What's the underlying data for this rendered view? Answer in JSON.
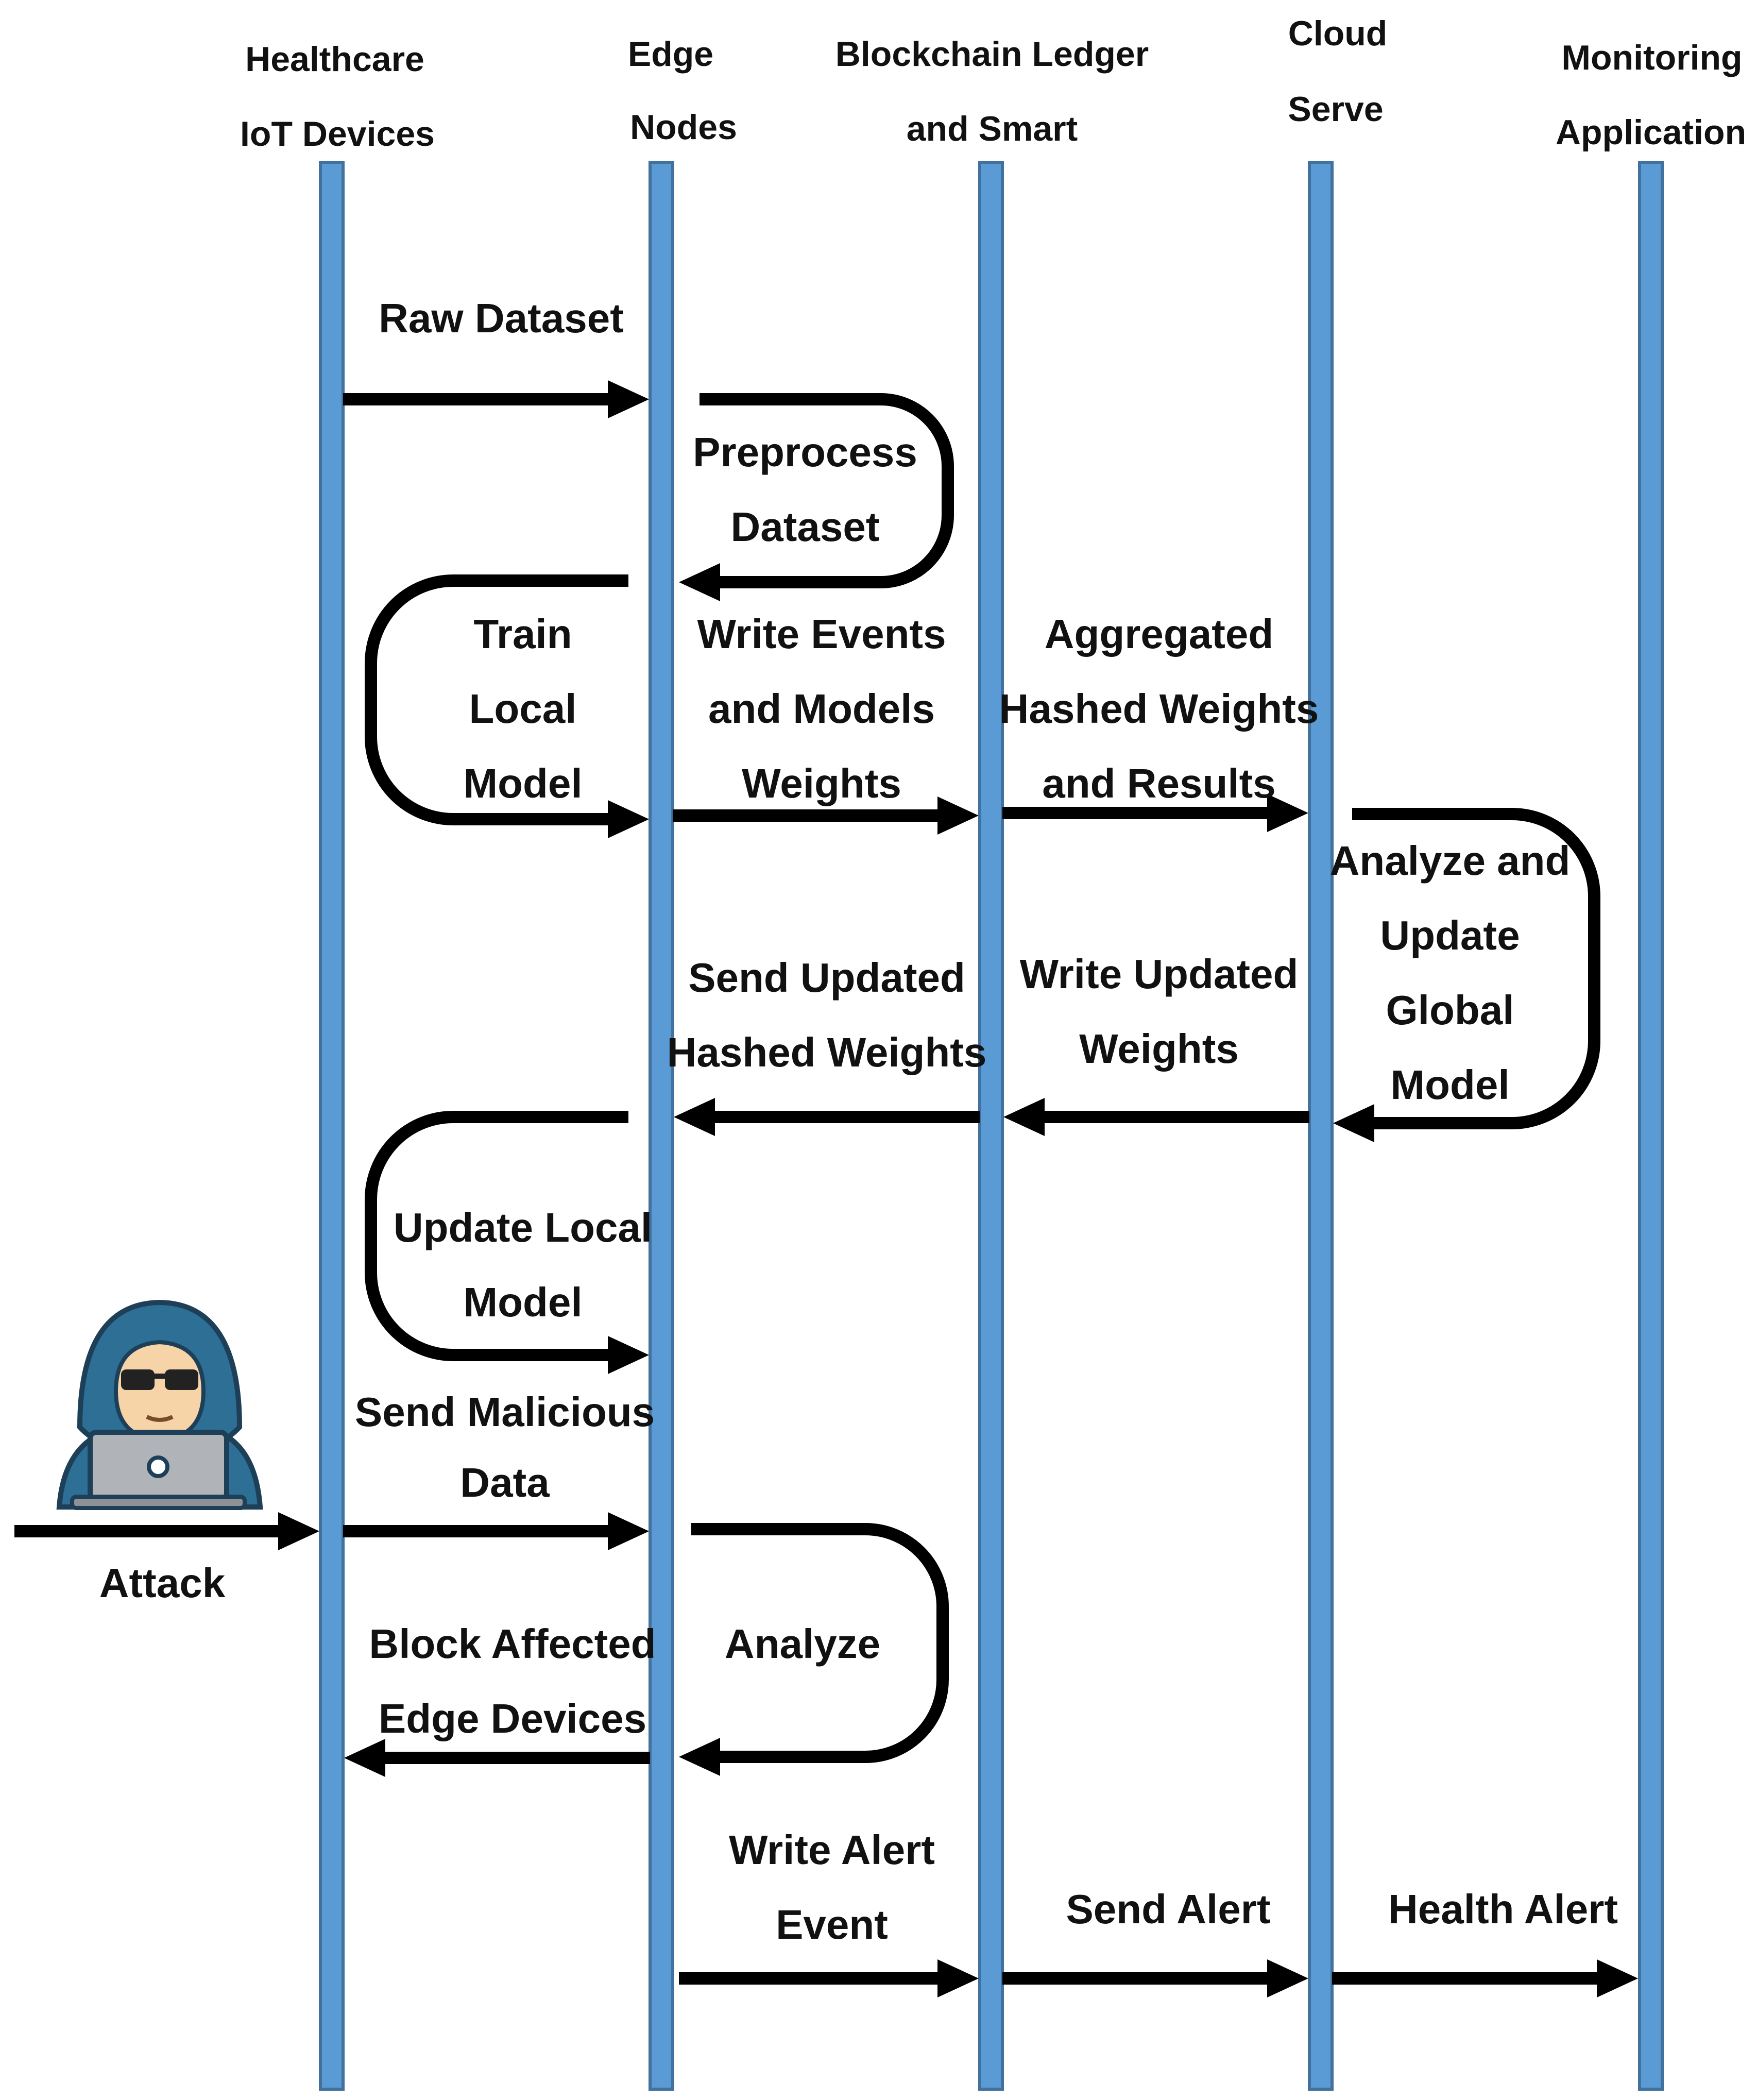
{
  "participants": [
    {
      "id": "iot",
      "lines": [
        "Healthcare",
        "IoT Devices"
      ]
    },
    {
      "id": "edge",
      "lines": [
        "Edge",
        "Nodes"
      ]
    },
    {
      "id": "chain",
      "lines": [
        "Blockchain Ledger",
        "and Smart"
      ]
    },
    {
      "id": "cloud",
      "lines": [
        "Cloud",
        "Serve"
      ]
    },
    {
      "id": "monitor",
      "lines": [
        "Monitoring",
        "Application"
      ]
    }
  ],
  "messages": [
    {
      "id": "raw-dataset",
      "lines": [
        "Raw Dataset"
      ]
    },
    {
      "id": "preprocess-dataset",
      "lines": [
        "Preprocess",
        "Dataset"
      ]
    },
    {
      "id": "train-local-model",
      "lines": [
        "Train",
        "Local",
        "Model"
      ]
    },
    {
      "id": "write-events",
      "lines": [
        "Write Events",
        "and Models",
        "Weights"
      ]
    },
    {
      "id": "aggregated-weights",
      "lines": [
        "Aggregated",
        "Hashed Weights",
        "and Results"
      ]
    },
    {
      "id": "analyze-update-global",
      "lines": [
        "Analyze and",
        "Update",
        "Global",
        "Model"
      ]
    },
    {
      "id": "send-updated-hashed",
      "lines": [
        "Send Updated",
        "Hashed Weights"
      ]
    },
    {
      "id": "write-updated-weights",
      "lines": [
        "Write Updated",
        "Weights"
      ]
    },
    {
      "id": "update-local-model",
      "lines": [
        "Update Local",
        "Model"
      ]
    },
    {
      "id": "send-malicious-data",
      "lines": [
        "Send Malicious",
        "Data"
      ]
    },
    {
      "id": "attack",
      "lines": [
        "Attack"
      ]
    },
    {
      "id": "analyze",
      "lines": [
        "Analyze"
      ]
    },
    {
      "id": "block-affected",
      "lines": [
        "Block Affected",
        "Edge Devices"
      ]
    },
    {
      "id": "write-alert-event",
      "lines": [
        "Write Alert",
        "Event"
      ]
    },
    {
      "id": "send-alert",
      "lines": [
        "Send Alert"
      ]
    },
    {
      "id": "health-alert",
      "lines": [
        "Health Alert"
      ]
    }
  ],
  "actors": [
    {
      "id": "attacker",
      "icon": "hooded-hacker-icon"
    }
  ],
  "colors": {
    "lifeline_fill": "#5b9bd5",
    "lifeline_stroke": "#41719c",
    "arrow": "#000000",
    "text": "#111111",
    "hacker_hood": "#2e6f96",
    "hacker_skin": "#f7d3a8",
    "laptop": "#b0b4b8"
  }
}
